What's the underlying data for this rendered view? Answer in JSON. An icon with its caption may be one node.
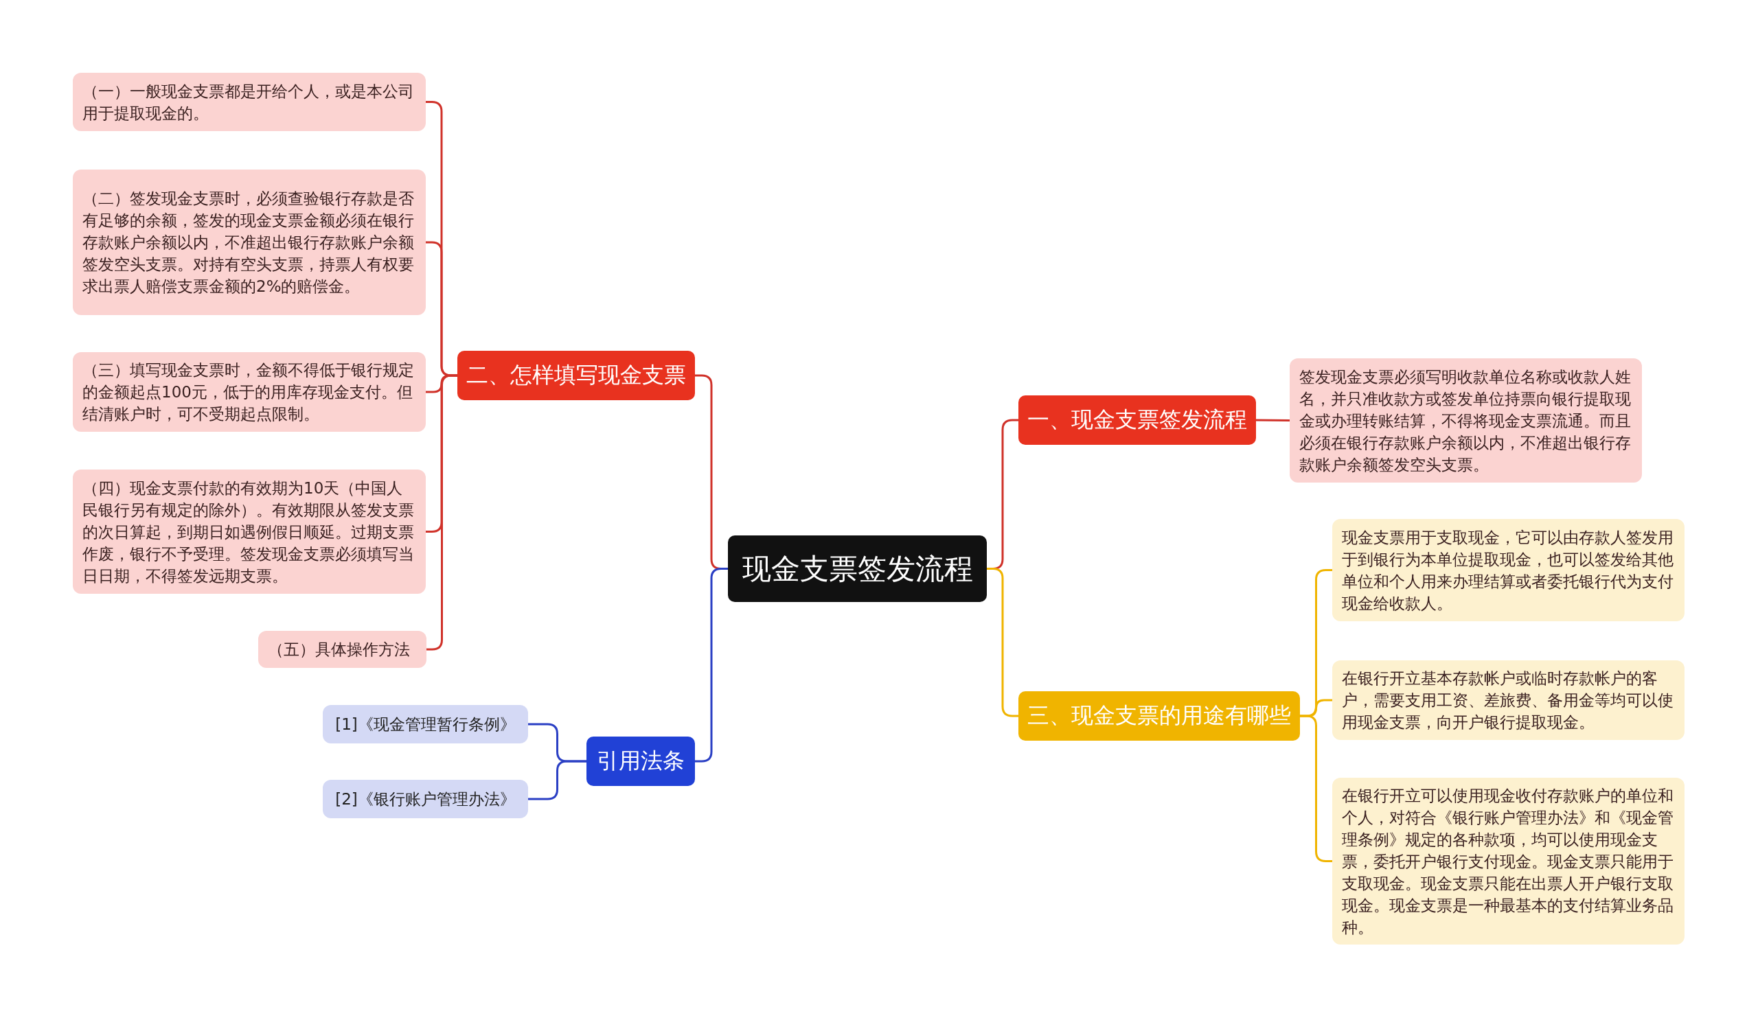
{
  "diagram": {
    "nodes": [
      {
        "text": [
          "现金支票签发流程"
        ]
      },
      {
        "text": [
          "一、现金支票签发流程"
        ]
      },
      {
        "text": [
          "签发现金支票必须写明收款单位名称或收款人姓名，并只准收款方或签发单位持票向银行提取现金或办理转账结算，不得将现金支票流通。而且必须在银行存款账户余额以内，不准超出银行存款账户余额签发空头支票。"
        ]
      },
      {
        "text": [
          "二、怎样填写现金支票"
        ]
      },
      {
        "text": [
          "（一）一般现金支票都是开给个人，或是本公司用于提取现金的。"
        ]
      },
      {
        "text": [
          "（二）签发现金支票时，必须查验银行存款是否有足够的余额，签发的现金支票金额必须在银行存款账户余额以内，不准超出银行存款账户余额签发空头支票。对持有空头支票，持票人有权要求出票人赔偿支票金额的2%的赔偿金。"
        ]
      },
      {
        "text": [
          "（三）填写现金支票时，金额不得低于银行规定的金额起点100元，低于的用库存现金支付。但结清账户时，可不受期起点限制。"
        ]
      },
      {
        "text": [
          "（四）现金支票付款的有效期为10天（中国人民银行另有规定的除外）。有效期限从签发支票的次日算起，到期日如遇例假日顺延。过期支票作废，银行不予受理。签发现金支票必须填写当日日期，不得签发远期支票。"
        ]
      },
      {
        "text": [
          "（五）具体操作方法"
        ]
      },
      {
        "text": [
          "三、现金支票的用途有哪些"
        ]
      },
      {
        "text": [
          "现金支票用于支取现金，它可以由存款人签发用于到银行为本单位提取现金，也可以签发给其他单位和个人用来办理结算或者委托银行代为支付现金给收款人。"
        ]
      },
      {
        "text": [
          "在银行开立基本存款帐户或临时存款帐户的客户，需要支用工资、差旅费、备用金等均可以使用现金支票，向开户银行提取现金。"
        ]
      },
      {
        "text": [
          "在银行开立可以使用现金收付存款账户的单位和个人，对符合《银行账户管理办法》和《现金管理条例》规定的各种款项，均可以使用现金支票，委托开户银行支付现金。现金支票只能用于支取现金。现金支票只能在出票人开户银行支取现金。现金支票是一种最基本的支付结算业务品种。"
        ]
      },
      {
        "text": [
          "引用法条"
        ]
      },
      {
        "text": [
          "[1]《现金管理暂行条例》"
        ]
      },
      {
        "text": [
          "[2]《银行账户管理办法》"
        ]
      }
    ],
    "edges": [
      {
        "from": 0,
        "to": 1,
        "arrow": "none"
      },
      {
        "from": 1,
        "to": 2,
        "arrow": "none"
      },
      {
        "from": 0,
        "to": 3,
        "arrow": "none"
      },
      {
        "from": 3,
        "to": 4,
        "arrow": "none"
      },
      {
        "from": 3,
        "to": 5,
        "arrow": "none"
      },
      {
        "from": 3,
        "to": 6,
        "arrow": "none"
      },
      {
        "from": 3,
        "to": 7,
        "arrow": "none"
      },
      {
        "from": 3,
        "to": 8,
        "arrow": "none"
      },
      {
        "from": 0,
        "to": 9,
        "arrow": "none",
        "color": "#f0b400"
      },
      {
        "from": 9,
        "to": 10,
        "arrow": "none",
        "color": "#f0b400"
      },
      {
        "from": 9,
        "to": 11,
        "arrow": "none",
        "color": "#f0b400"
      },
      {
        "from": 9,
        "to": 12,
        "arrow": "none",
        "color": "#f0b400"
      },
      {
        "from": 0,
        "to": 13,
        "arrow": "none",
        "color": "#2a3fc4"
      },
      {
        "from": 13,
        "to": 14,
        "arrow": "none",
        "color": "#2a3fc4"
      },
      {
        "from": 13,
        "to": 15,
        "arrow": "none",
        "color": "#2a3fc4"
      }
    ]
  }
}
